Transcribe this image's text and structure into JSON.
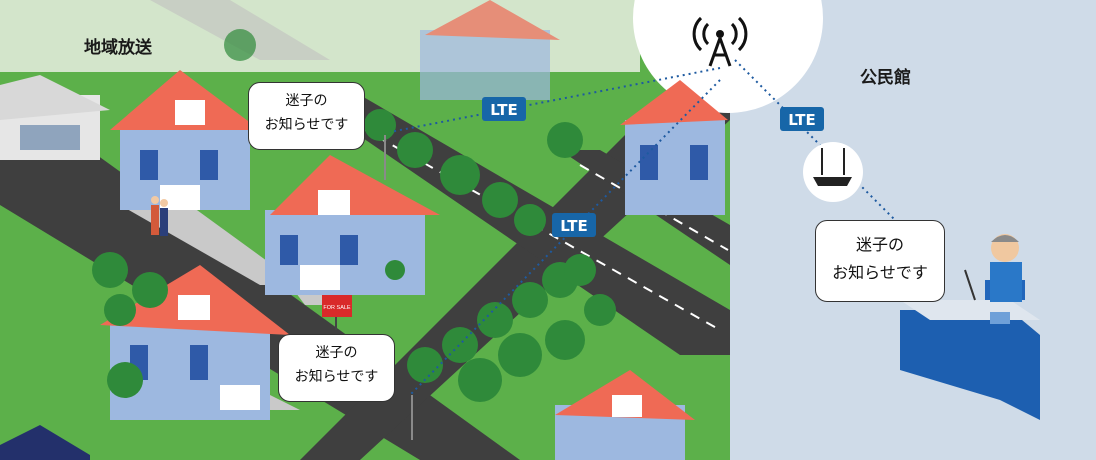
{
  "labels": {
    "broadcast_area": "地域放送",
    "community_hall": "公民館"
  },
  "network": {
    "link_label": "LTE"
  },
  "bubbles": {
    "line1": "迷子の",
    "line2": "お知らせです"
  },
  "signs": {
    "for_sale": "FOR SALE"
  },
  "colors": {
    "grass": "#5cb04a",
    "road": "#3f3f3f",
    "hall_background": "#cfdbe8",
    "roof": "#ef6a55",
    "house_wall": "#9db8e0",
    "lte_badge": "#1766a8"
  }
}
